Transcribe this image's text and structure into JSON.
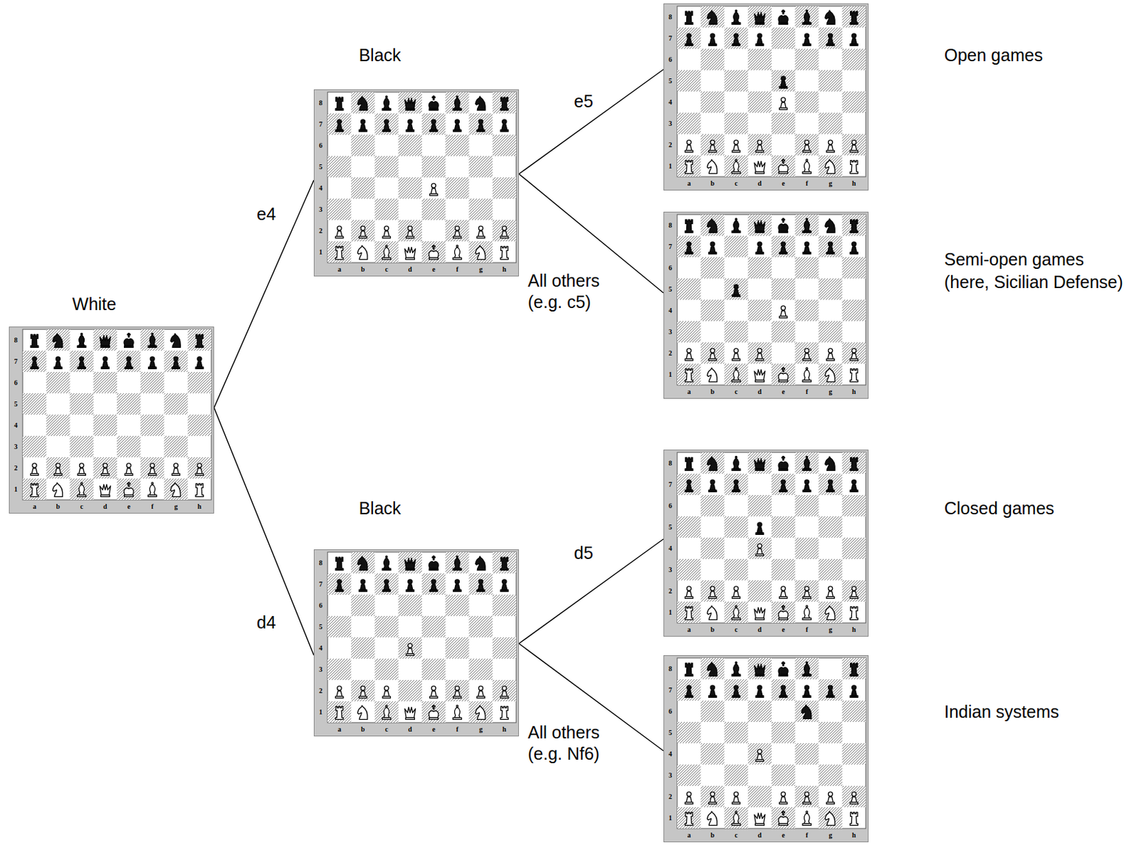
{
  "diagram": {
    "nodes": [
      {
        "text": [
          "White",
          "8",
          "7",
          "6",
          "5",
          "4",
          "3",
          "2",
          "1",
          "a",
          "b",
          "c",
          "d",
          "e",
          "f",
          "g",
          "h"
        ]
      },
      {
        "text": [
          "Black",
          "8",
          "7",
          "6",
          "5",
          "4",
          "3",
          "2",
          "1",
          "a",
          "b",
          "c",
          "d",
          "e",
          "f",
          "g",
          "h"
        ]
      },
      {
        "text": [
          "8",
          "7",
          "6",
          "5",
          "4",
          "3",
          "2",
          "1",
          "a",
          "b",
          "c",
          "d",
          "e",
          "f",
          "g",
          "h"
        ]
      },
      {
        "text": [
          "8",
          "7",
          "6",
          "5",
          "4",
          "3",
          "2",
          "1",
          "a",
          "b",
          "c",
          "d",
          "e",
          "f",
          "g",
          "h"
        ]
      },
      {
        "text": [
          "8",
          "7",
          "6",
          "5",
          "4",
          "3",
          "2",
          "1",
          "a",
          "b",
          "c",
          "d",
          "e",
          "f",
          "g",
          "h"
        ]
      },
      {
        "text": [
          "Black",
          "8",
          "7",
          "6",
          "5",
          "4",
          "3",
          "2",
          "1",
          "a",
          "b",
          "c",
          "d",
          "e",
          "f",
          "g",
          "h"
        ]
      },
      {
        "text": [
          "8",
          "7",
          "6",
          "5",
          "4",
          "3",
          "2",
          "1",
          "a",
          "b",
          "c",
          "d",
          "e",
          "f",
          "g",
          "h"
        ]
      }
    ],
    "edges": [
      {
        "from": 0,
        "to": 1,
        "label": "e4",
        "arrow": "none"
      },
      {
        "from": 0,
        "to": 5,
        "label": "d4",
        "arrow": "none"
      },
      {
        "from": 1,
        "to": 2,
        "label": "e5",
        "arrow": "none"
      },
      {
        "from": 1,
        "to": 3,
        "label": "All others (e.g. c5)",
        "arrow": "none"
      },
      {
        "from": 5,
        "to": 4,
        "label": "d5",
        "arrow": "none"
      },
      {
        "from": 5,
        "to": 6,
        "label": "All others (e.g. Nf6)",
        "arrow": "none"
      }
    ],
    "labels": [
      "Open games",
      "Semi-open games",
      "(here, Sicilian Defense)",
      "Closed games",
      "Indian systems"
    ]
  }
}
